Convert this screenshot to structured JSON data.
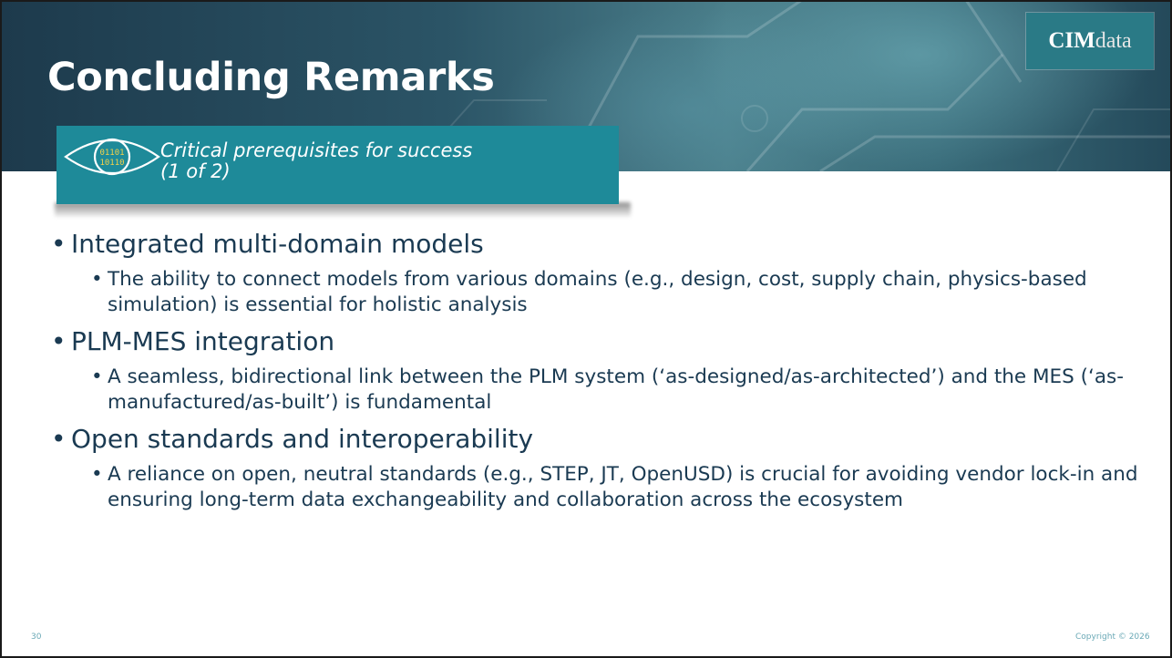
{
  "logo": {
    "cim": "CIM",
    "data": "data"
  },
  "title": "Concluding Remarks",
  "subheader": {
    "text_line1": "Critical prerequisites for success",
    "text_line2": "(1 of 2)"
  },
  "icon": {
    "name": "eye-binary-icon",
    "binary_line1": "01101",
    "binary_line2": "10110"
  },
  "bullets": [
    {
      "text": "Integrated multi-domain models",
      "sub": [
        "The ability to connect models from various domains (e.g., design, cost, supply chain, physics-based simulation) is essential for holistic analysis"
      ]
    },
    {
      "text": "PLM-MES integration",
      "sub": [
        "A seamless, bidirectional link between the PLM system (‘as-designed/as-architected’) and the MES (‘as-manufactured/as-built’) is fundamental"
      ]
    },
    {
      "text": "Open standards and interoperability",
      "sub": [
        "A reliance on open, neutral standards (e.g., STEP, JT, OpenUSD) is crucial for avoiding vendor lock-in and ensuring long-term data exchangeability and collaboration across the ecosystem"
      ]
    }
  ],
  "bullet_glyph": "•",
  "footer": {
    "page_number": "30",
    "copyright": "Copyright © 2026"
  },
  "colors": {
    "banner": "#2b5466",
    "subheader": "#1e8a99",
    "text": "#1a3a52",
    "logo": "#2a7a86"
  }
}
